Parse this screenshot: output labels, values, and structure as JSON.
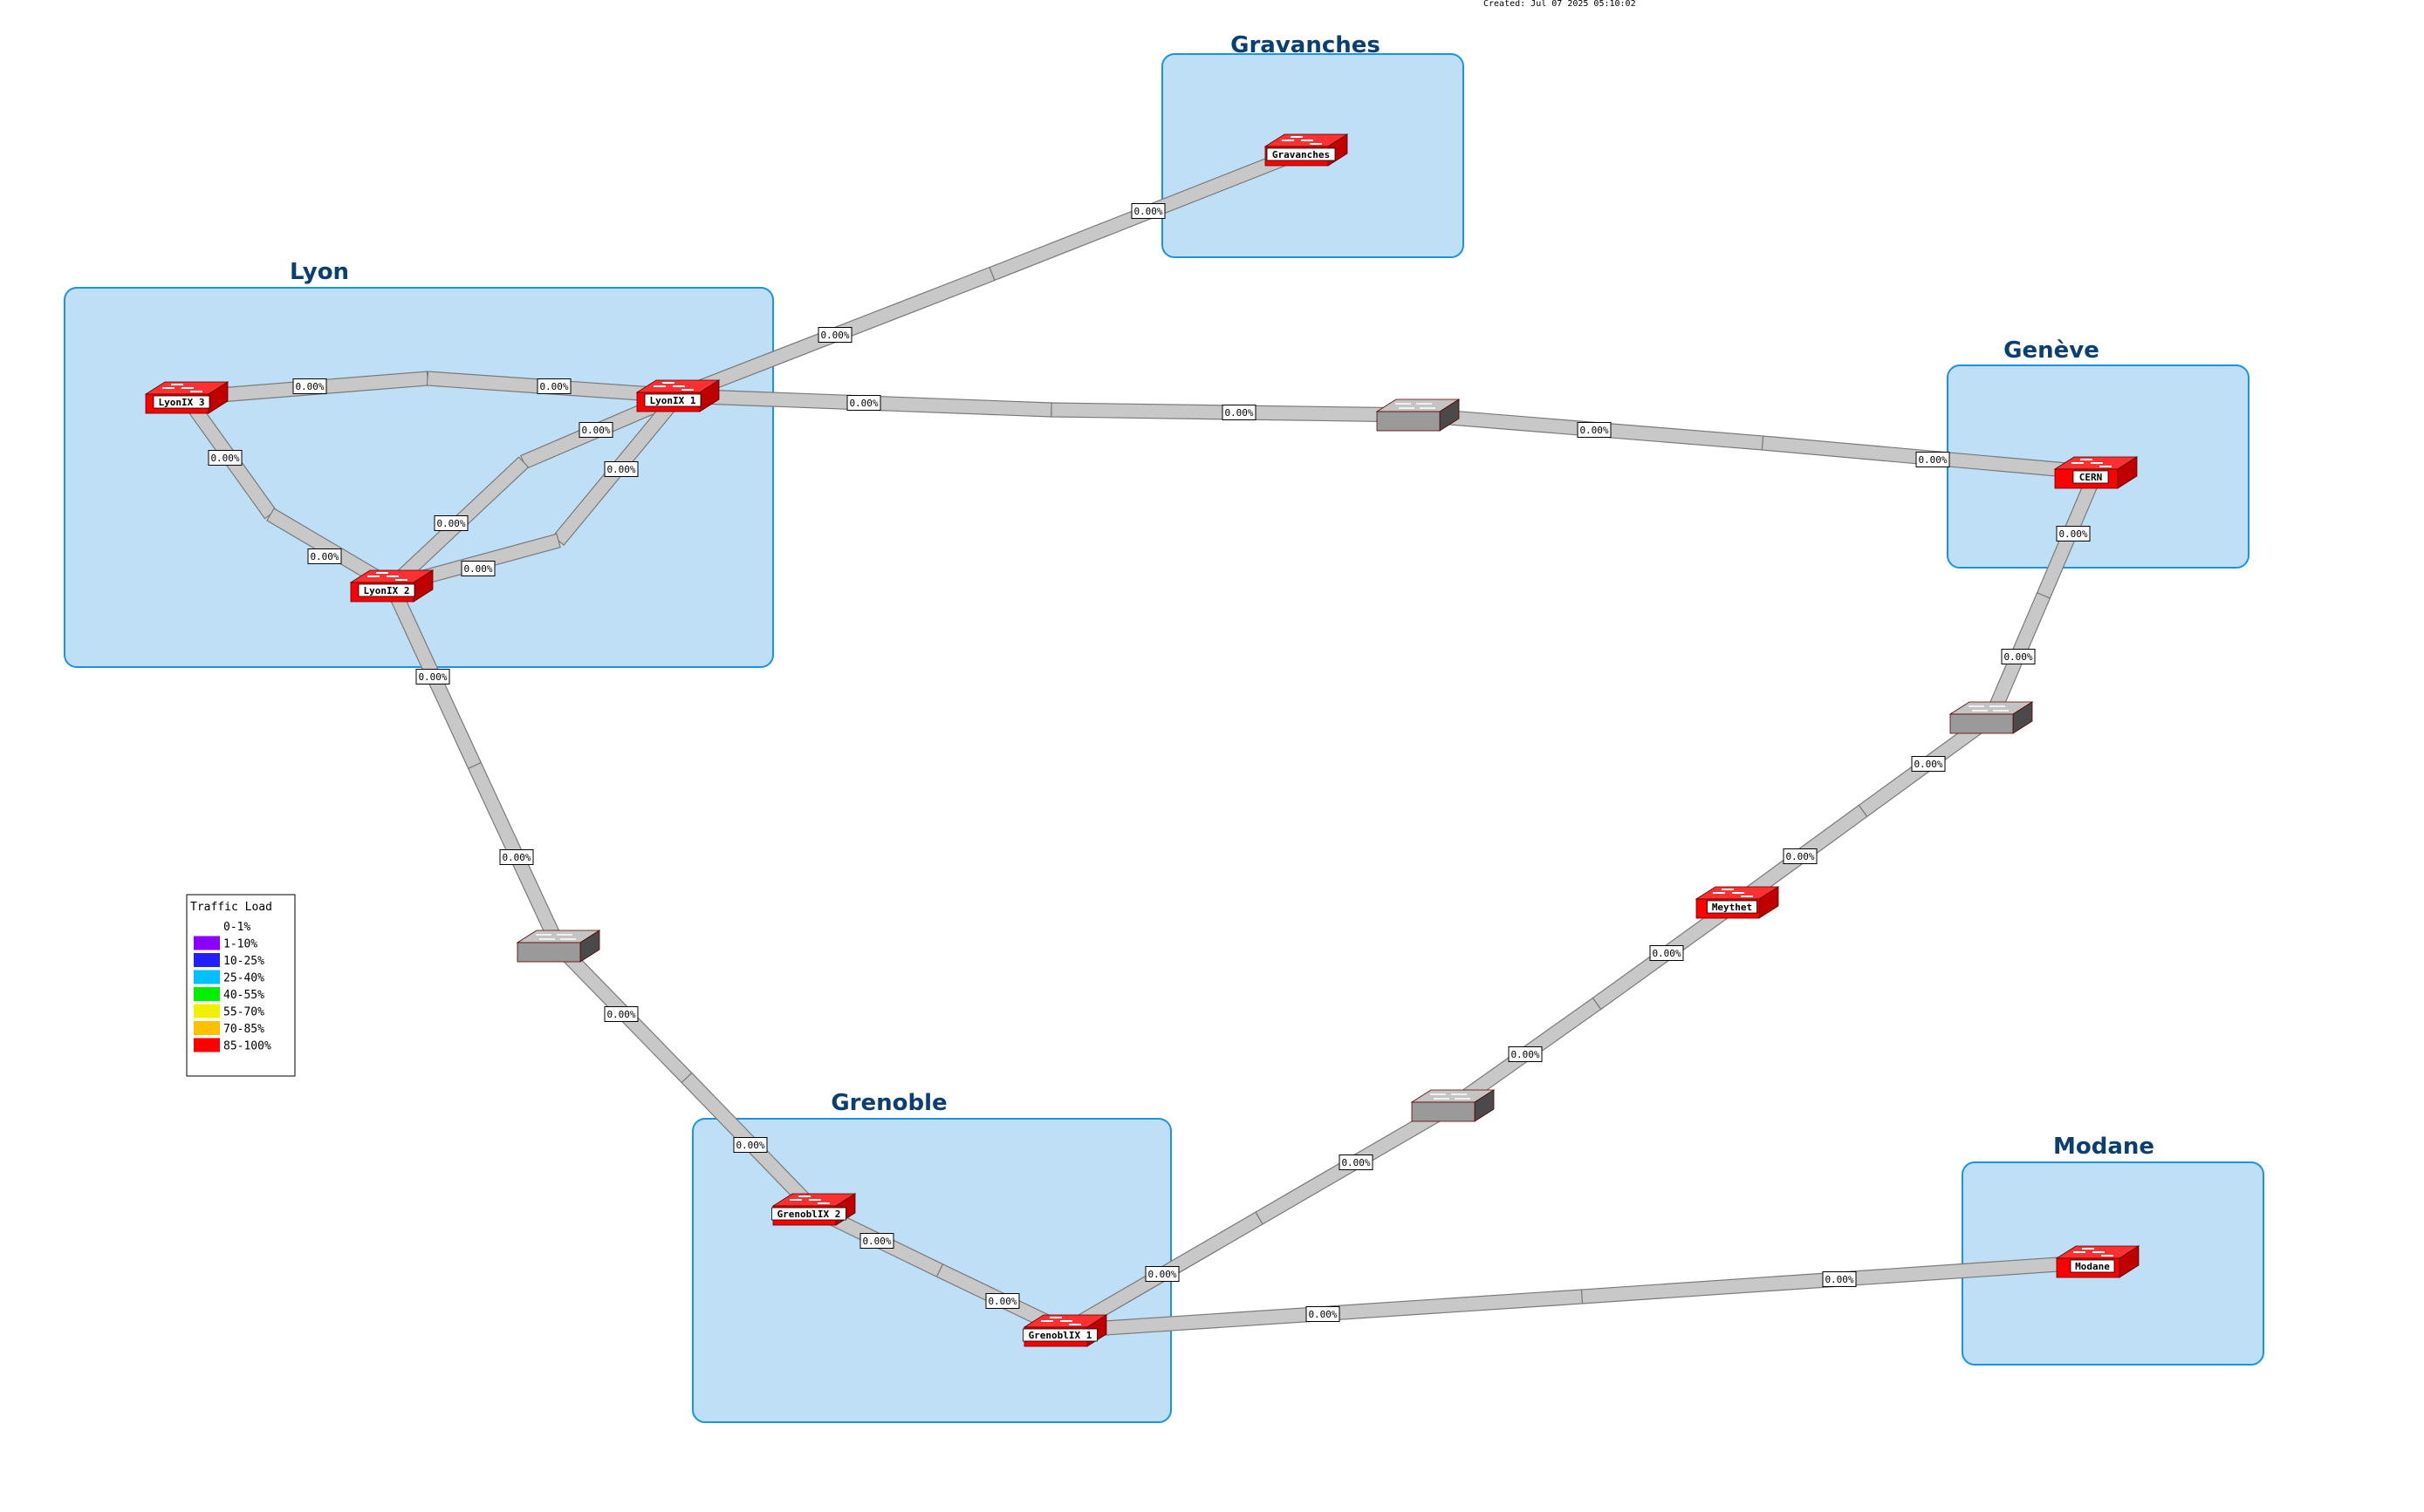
{
  "header": {
    "created": "Created: Jul 07 2025 05:10:02"
  },
  "colors": {
    "region_fill": "#bfdff7",
    "region_stroke": "#1a93e6",
    "link_fill": "#c8c8c8",
    "link_stroke": "#7a7a7a",
    "router_red": "#ff0000",
    "switch_grey": "#9a9a9a"
  },
  "regions": [
    {
      "id": "lyon",
      "name": "Lyon"
    },
    {
      "id": "gravanches",
      "name": "Gravanches"
    },
    {
      "id": "geneve",
      "name": "Genève"
    },
    {
      "id": "grenoble",
      "name": "Grenoble"
    },
    {
      "id": "modane",
      "name": "Modane"
    }
  ],
  "nodes": [
    {
      "id": "lyonix3",
      "label": "LyonIX 3",
      "type": "router"
    },
    {
      "id": "lyonix1",
      "label": "LyonIX 1",
      "type": "router"
    },
    {
      "id": "lyonix2",
      "label": "LyonIX 2",
      "type": "router"
    },
    {
      "id": "gravanches",
      "label": "Gravanches",
      "type": "router"
    },
    {
      "id": "cern",
      "label": "CERN",
      "type": "router"
    },
    {
      "id": "meythet",
      "label": "Meythet",
      "type": "router"
    },
    {
      "id": "grenoblix2",
      "label": "GrenoblIX 2",
      "type": "router"
    },
    {
      "id": "grenoblix1",
      "label": "GrenoblIX 1",
      "type": "router"
    },
    {
      "id": "modane",
      "label": "Modane",
      "type": "router"
    },
    {
      "id": "sw-center",
      "label": "",
      "type": "switch"
    },
    {
      "id": "sw-geneve",
      "label": "",
      "type": "switch"
    },
    {
      "id": "sw-lyon-gre",
      "label": "",
      "type": "switch"
    },
    {
      "id": "sw-south",
      "label": "",
      "type": "switch"
    }
  ],
  "links": [
    {
      "id": "l1",
      "from": "lyonix3",
      "to": "lyonix1",
      "labels": [
        "0.00%",
        "0.00%"
      ]
    },
    {
      "id": "l2",
      "from": "lyonix3",
      "to": "lyonix2",
      "labels": [
        "0.00%",
        "0.00%"
      ]
    },
    {
      "id": "l3",
      "from": "lyonix1",
      "to": "lyonix2",
      "labels": [
        "0.00%",
        "0.00%"
      ]
    },
    {
      "id": "l4",
      "from": "lyonix1",
      "to": "lyonix2",
      "labels": [
        "0.00%",
        "0.00%"
      ]
    },
    {
      "id": "l5",
      "from": "lyonix1",
      "to": "gravanches",
      "labels": [
        "0.00%",
        "0.00%"
      ]
    },
    {
      "id": "l6",
      "from": "lyonix1",
      "to": "sw-center",
      "labels": [
        "0.00%",
        "0.00%"
      ]
    },
    {
      "id": "l7",
      "from": "sw-center",
      "to": "cern",
      "labels": [
        "0.00%",
        "0.00%"
      ]
    },
    {
      "id": "l8",
      "from": "cern",
      "to": "sw-geneve",
      "labels": [
        "0.00%",
        "0.00%"
      ]
    },
    {
      "id": "l9",
      "from": "sw-geneve",
      "to": "meythet",
      "labels": [
        "0.00%",
        "0.00%"
      ]
    },
    {
      "id": "l10",
      "from": "meythet",
      "to": "sw-south",
      "labels": [
        "0.00%",
        "0.00%"
      ]
    },
    {
      "id": "l11",
      "from": "sw-south",
      "to": "grenoblix1",
      "labels": [
        "0.00%",
        "0.00%"
      ]
    },
    {
      "id": "l12",
      "from": "grenoblix1",
      "to": "modane",
      "labels": [
        "0.00%",
        "0.00%"
      ]
    },
    {
      "id": "l13",
      "from": "grenoblix2",
      "to": "grenoblix1",
      "labels": [
        "0.00%",
        "0.00%"
      ]
    },
    {
      "id": "l14",
      "from": "lyonix2",
      "to": "sw-lyon-gre",
      "labels": [
        "0.00%",
        "0.00%"
      ]
    },
    {
      "id": "l15",
      "from": "sw-lyon-gre",
      "to": "grenoblix2",
      "labels": [
        "0.00%",
        "0.00%"
      ]
    }
  ],
  "legend": {
    "title": "Traffic Load",
    "items": [
      {
        "label": "0-1%",
        "color": ""
      },
      {
        "label": "1-10%",
        "color": "#8c00ff"
      },
      {
        "label": "10-25%",
        "color": "#2020ff"
      },
      {
        "label": "25-40%",
        "color": "#00c0ff"
      },
      {
        "label": "40-55%",
        "color": "#00f000"
      },
      {
        "label": "55-70%",
        "color": "#f0f000"
      },
      {
        "label": "70-85%",
        "color": "#ffc000"
      },
      {
        "label": "85-100%",
        "color": "#ff0000"
      }
    ]
  }
}
